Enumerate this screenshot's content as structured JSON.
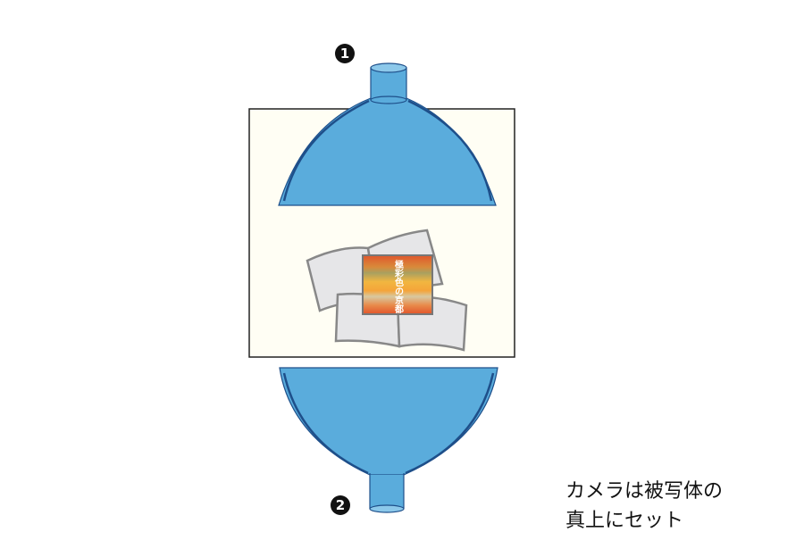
{
  "labels": {
    "light1": "1",
    "light2": "2"
  },
  "book_title": "極彩色の京都",
  "caption": {
    "line1": "カメラは被写体の",
    "line2": "真上にセット"
  },
  "colors": {
    "softbox": "#5aacdc",
    "outline": "#1e4f8a",
    "table": "#fffef4",
    "page": "#e6e6e8",
    "page_border": "#888888"
  }
}
